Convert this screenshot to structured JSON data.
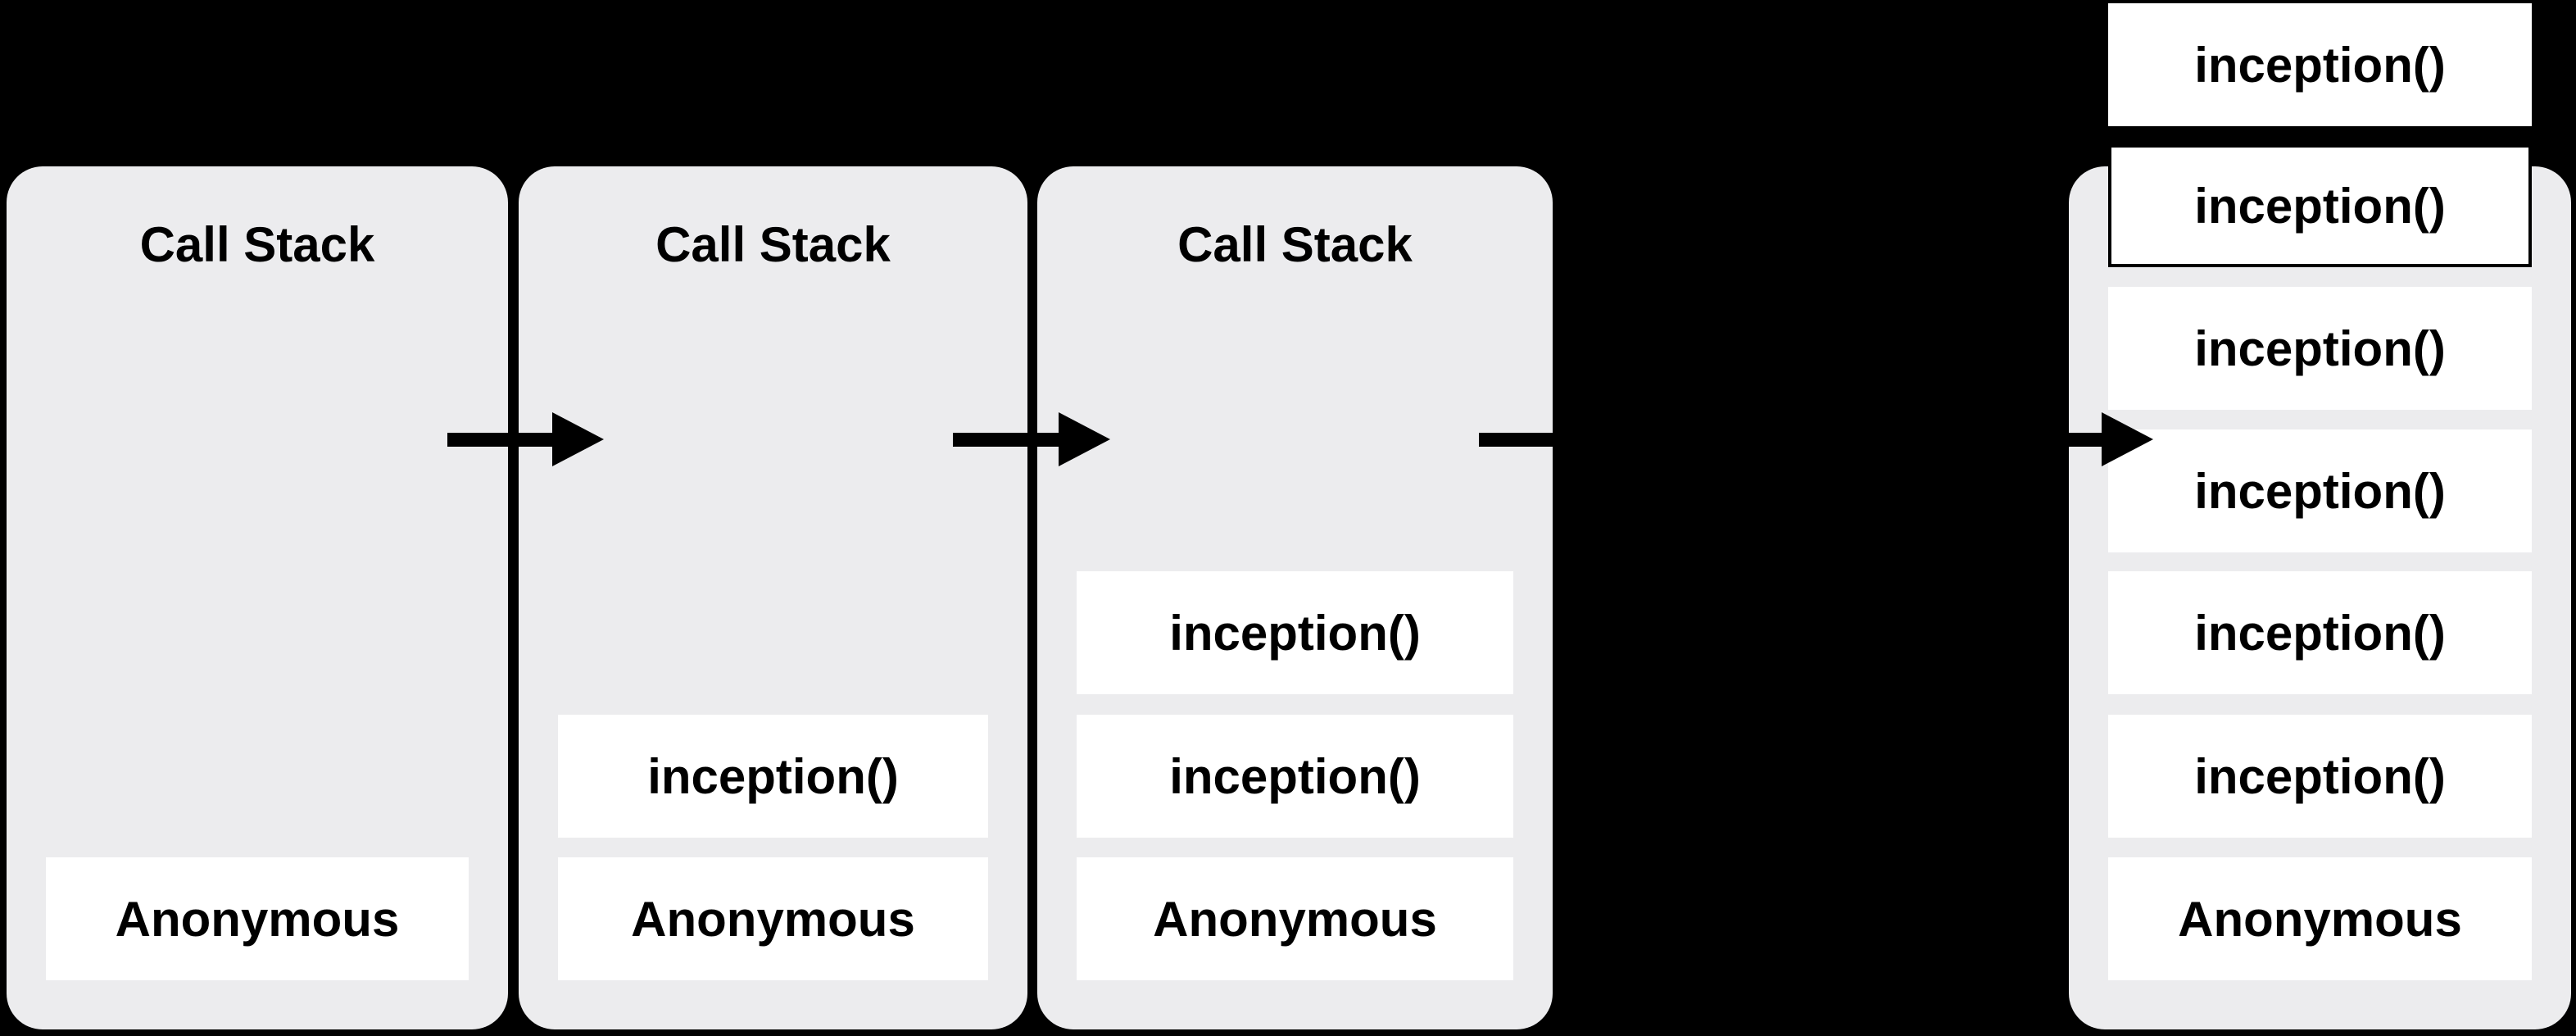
{
  "diagram": {
    "background_color": "#000000",
    "panel_color": "#ececee",
    "frame_color": "#ffffff",
    "text_color": "#000000",
    "arrow_color": "#000000"
  },
  "panels": [
    {
      "title": "Call Stack",
      "boxes": [
        "Anonymous"
      ]
    },
    {
      "title": "Call Stack",
      "boxes": [
        "inception()",
        "Anonymous"
      ]
    },
    {
      "title": "Call Stack",
      "boxes": [
        "inception()",
        "inception()",
        "Anonymous"
      ]
    },
    {
      "boxes": [
        "inception()",
        "inception()",
        "inception()",
        "inception()",
        "inception()",
        "inception()",
        "Anonymous"
      ]
    }
  ]
}
